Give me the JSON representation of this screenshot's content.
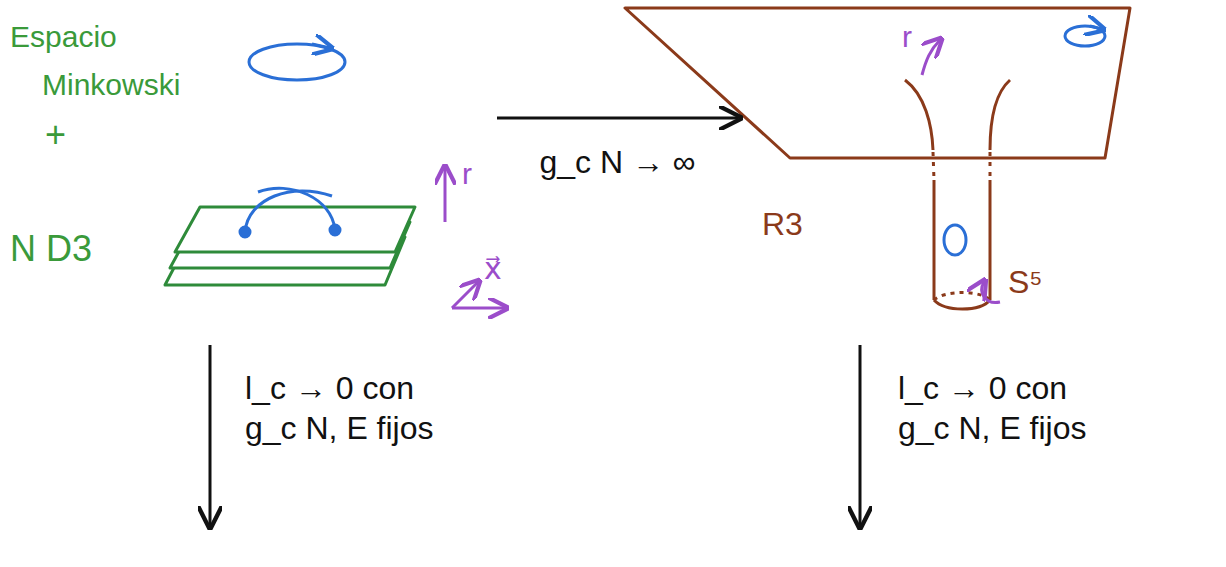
{
  "diagram": {
    "nodes": [
      {
        "text": [
          "Espacio Minkowski",
          "+",
          "N D3"
        ]
      },
      {
        "text": [
          "R3"
        ]
      }
    ],
    "edges": [
      {
        "from": 0,
        "to": 1,
        "arrow": "to",
        "label": "g_c N → ∞"
      }
    ],
    "labels": [
      "r",
      "x⃗",
      "r",
      "S⁵",
      "l_c → 0 con g_c N, E fijos",
      "l_c → 0 con g_c N, E fijos"
    ]
  }
}
